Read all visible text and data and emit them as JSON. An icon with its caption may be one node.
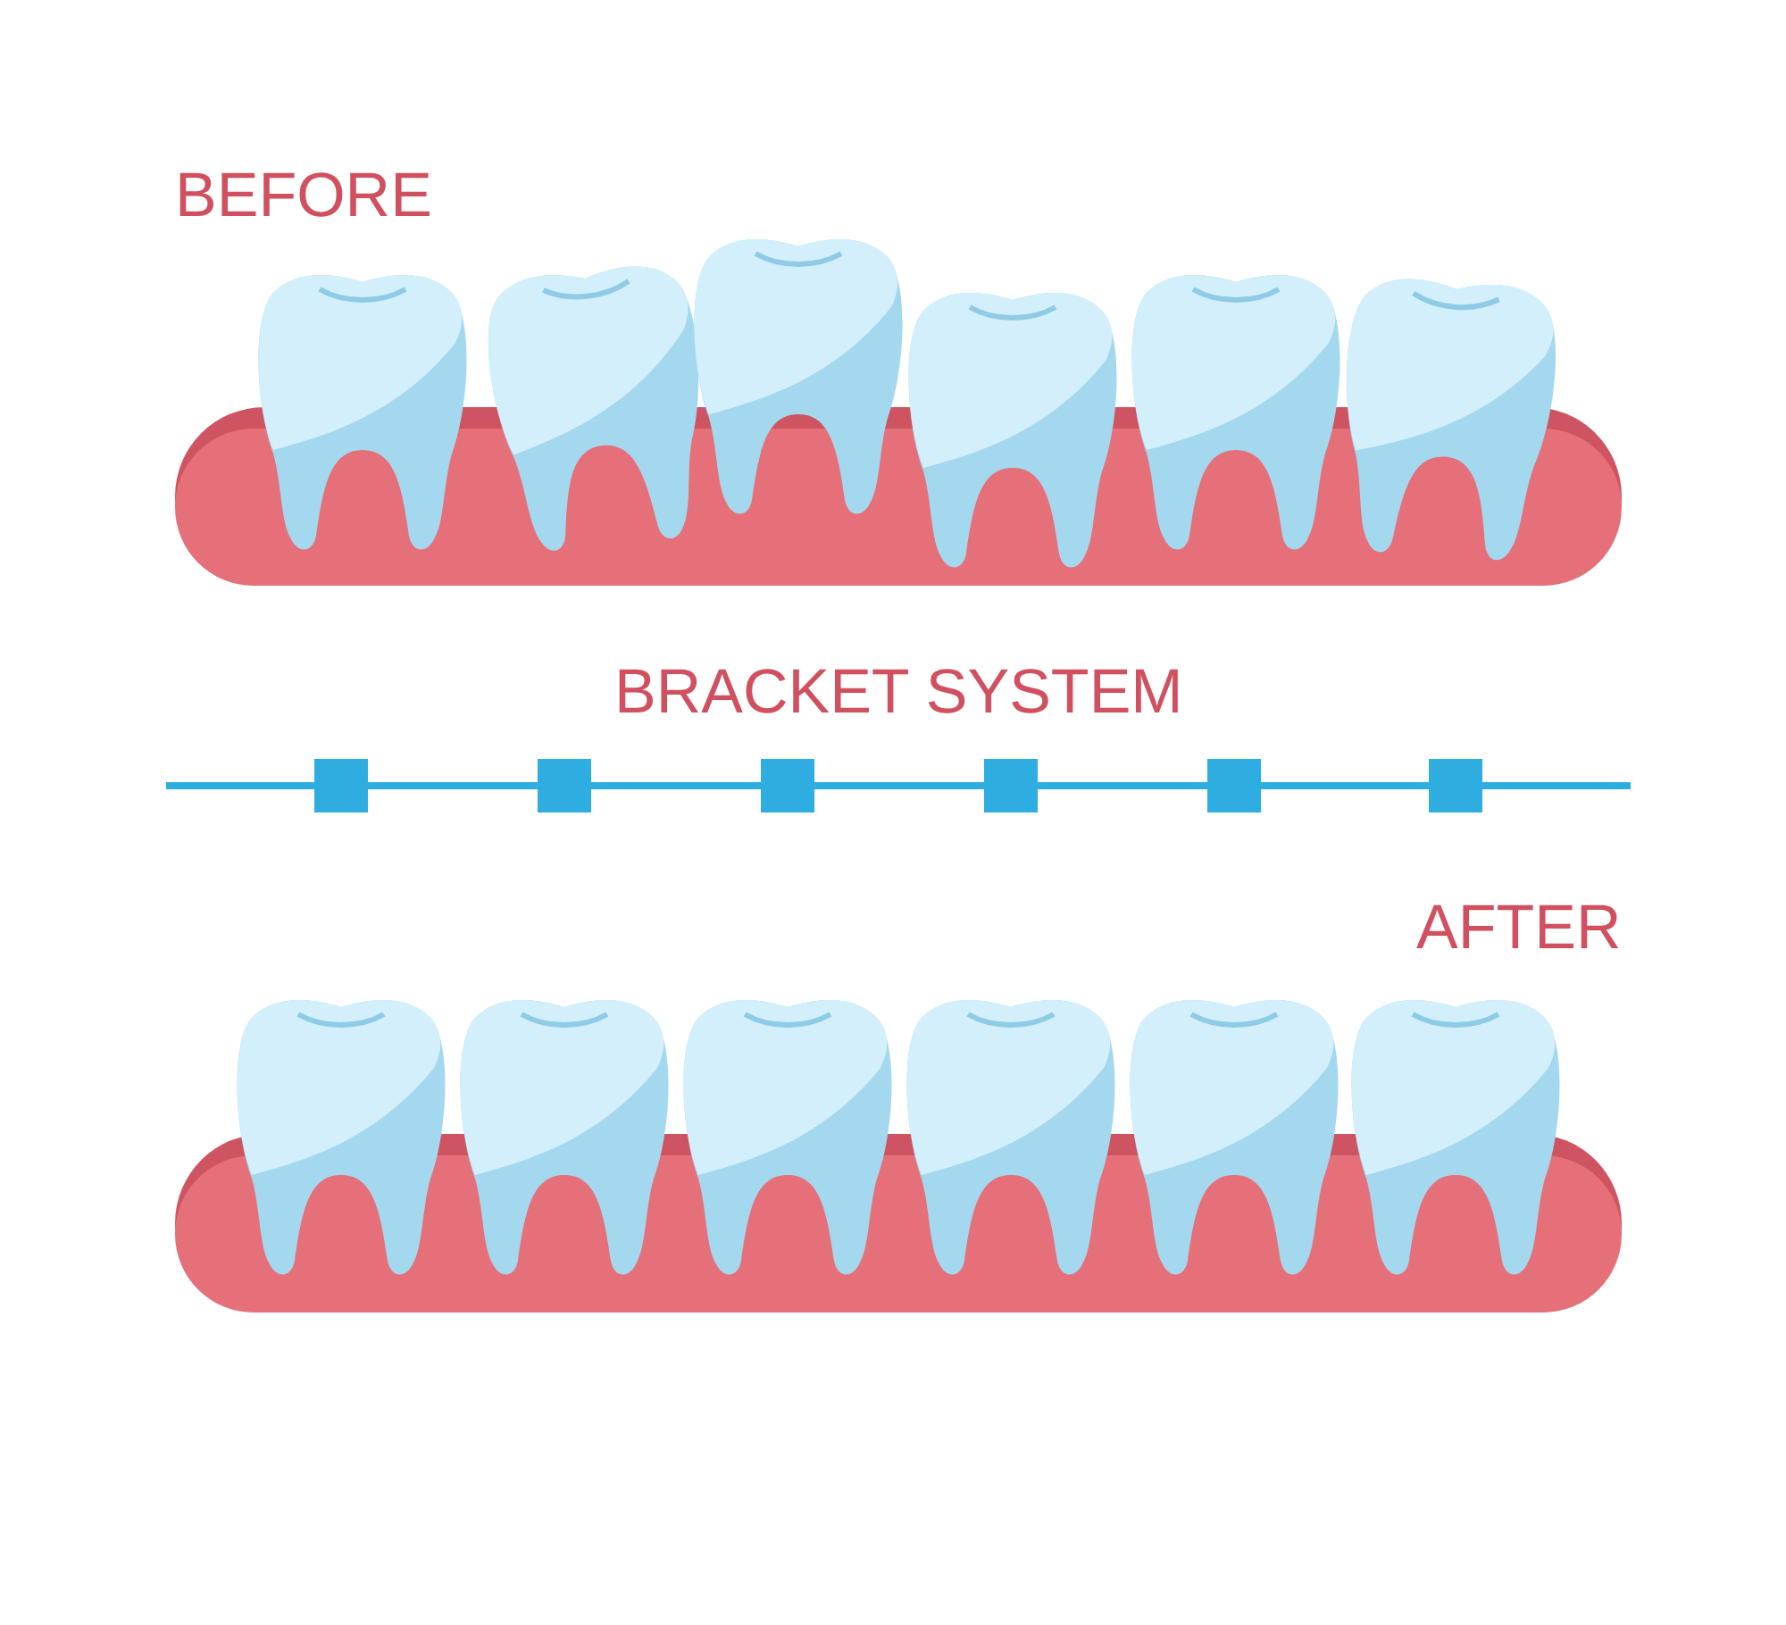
{
  "diagram": {
    "labels": [
      "BEFORE",
      "BRACKET SYSTEM",
      "AFTER"
    ]
  }
}
